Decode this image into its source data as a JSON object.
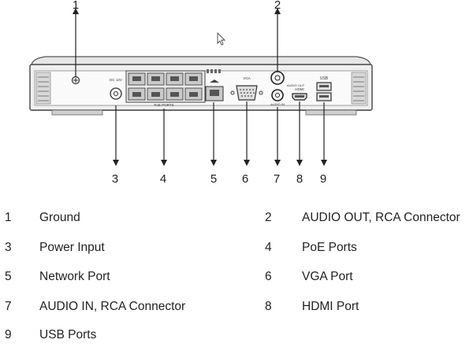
{
  "callout_numbers": [
    "1",
    "2",
    "3",
    "4",
    "5",
    "6",
    "7",
    "8",
    "9"
  ],
  "panel_labels": {
    "dc_input": "DC 12V",
    "poe_ports": "PoE PORTS",
    "vga": "VGA",
    "audio_out": "AUDIO OUT",
    "audio_in": "AUDIO IN",
    "hdmi": "HDMI",
    "usb": "USB"
  },
  "legend": [
    {
      "number": "1",
      "label": "Ground"
    },
    {
      "number": "2",
      "label": "AUDIO OUT, RCA Connector"
    },
    {
      "number": "3",
      "label": "Power Input"
    },
    {
      "number": "4",
      "label": "PoE Ports"
    },
    {
      "number": "5",
      "label": "Network Port"
    },
    {
      "number": "6",
      "label": "VGA Port"
    },
    {
      "number": "7",
      "label": "AUDIO IN, RCA Connector"
    },
    {
      "number": "8",
      "label": "HDMI Port"
    },
    {
      "number": "9",
      "label": "USB Ports"
    }
  ]
}
